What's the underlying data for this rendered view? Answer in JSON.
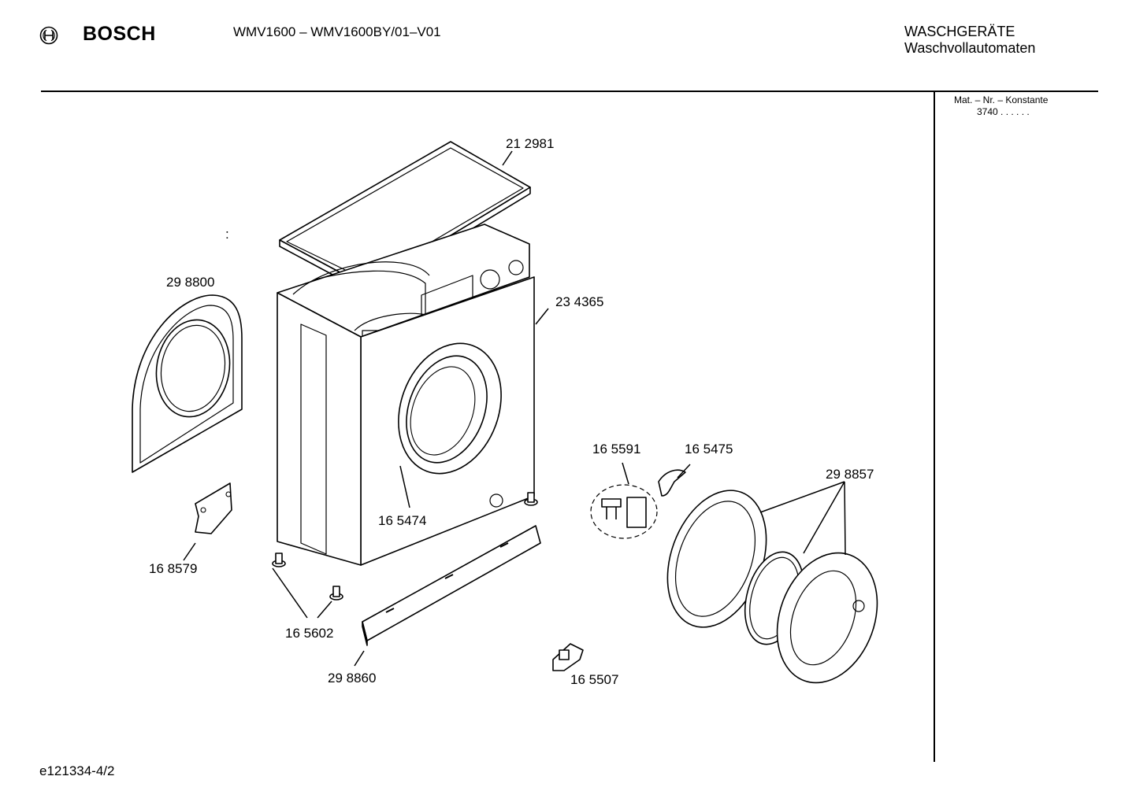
{
  "header": {
    "brand": "BOSCH",
    "model": "WMV1600 – WMV1600BY/01–V01",
    "category_line1": "WASCHGERÄTE",
    "category_line2": "Waschvollautomaten"
  },
  "side_panel": {
    "mat_label": "Mat. – Nr. – Konstante",
    "mat_value": "3740  .  .   .  .  .  ."
  },
  "footer": {
    "doc_id": "e121334-4/2"
  },
  "diagram": {
    "stray_mark": ":",
    "parts": [
      {
        "id": "p212981",
        "label": "21 2981"
      },
      {
        "id": "p298800",
        "label": "29 8800"
      },
      {
        "id": "p234365",
        "label": "23 4365"
      },
      {
        "id": "p165474",
        "label": "16 5474"
      },
      {
        "id": "p165591",
        "label": "16 5591"
      },
      {
        "id": "p165475",
        "label": "16 5475"
      },
      {
        "id": "p298857",
        "label": "29 8857"
      },
      {
        "id": "p168579",
        "label": "16 8579"
      },
      {
        "id": "p165602",
        "label": "16 5602"
      },
      {
        "id": "p298860",
        "label": "29 8860"
      },
      {
        "id": "p165507",
        "label": "16 5507"
      }
    ]
  },
  "icons": {
    "logo": "bosch-armature-icon"
  }
}
